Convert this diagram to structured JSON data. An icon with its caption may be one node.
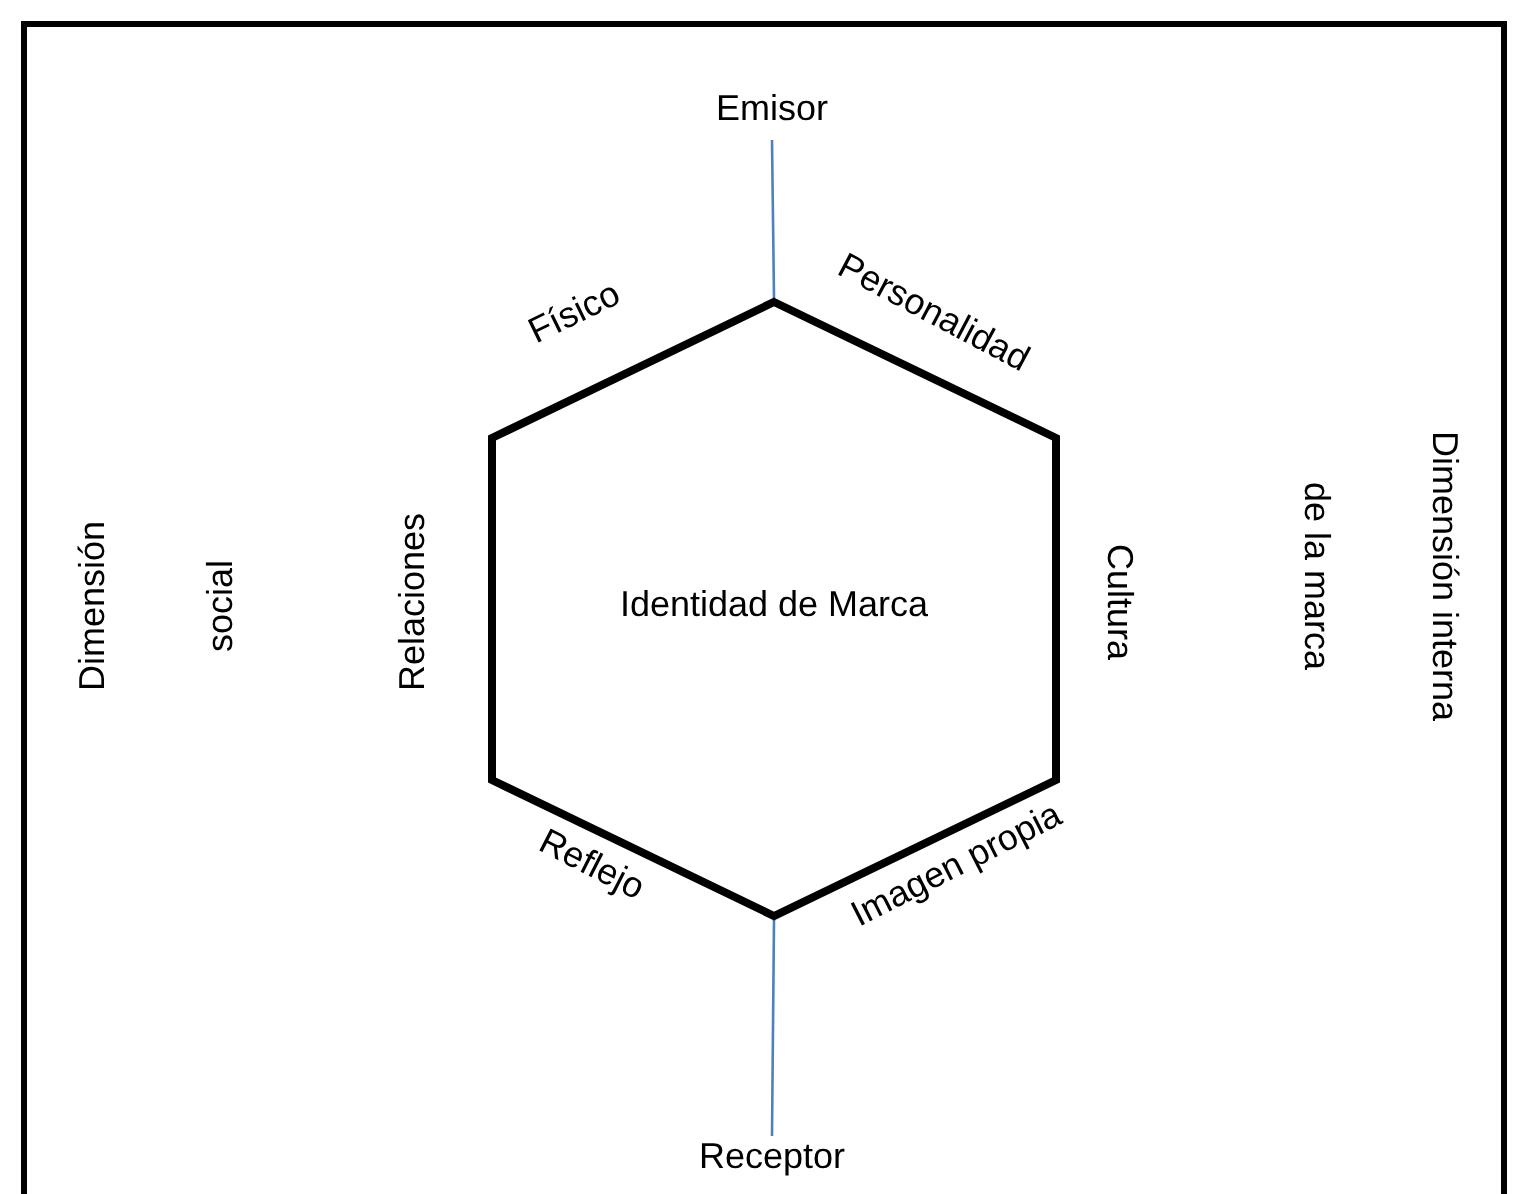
{
  "diagram": {
    "nodes": [
      {
        "text": [
          "Emisor"
        ]
      },
      {
        "text": [
          "Identidad de Marca"
        ]
      },
      {
        "text": [
          "Receptor"
        ]
      }
    ],
    "edges": [
      {
        "from": 0,
        "to": 1,
        "arrow": "none"
      },
      {
        "from": 1,
        "to": 2,
        "arrow": "none"
      }
    ],
    "labels": [
      "Físico",
      "Personalidad",
      "Dimensión social",
      "Relaciones",
      "Cultura",
      "Dimensión interna de la marca",
      "Reflejo",
      "Imagen propia"
    ]
  }
}
